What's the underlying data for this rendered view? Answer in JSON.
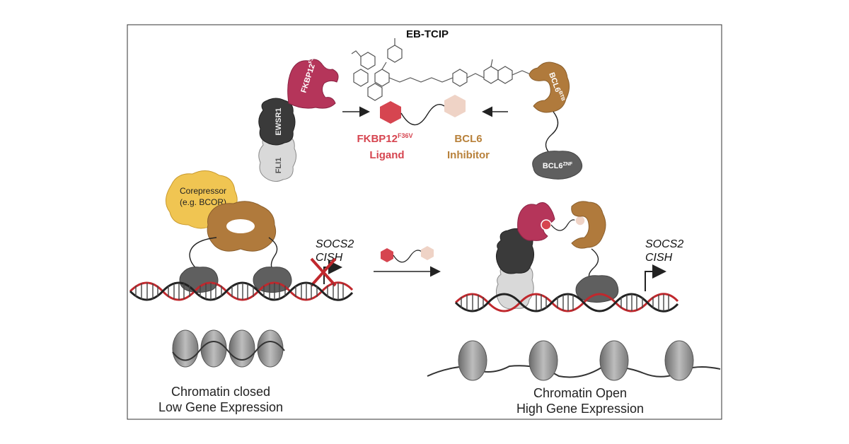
{
  "title": "EB-TCIP",
  "proteins": {
    "fkbp": "FKBP12",
    "fkbp_sup": "F36V",
    "ewsr1": "EWSR1",
    "fli1": "FLI1",
    "bcl6_btb": "BCL6",
    "bcl6_btb_sup": "BTB",
    "bcl6_znf": "BCL6",
    "bcl6_znf_sup": "ZNF",
    "corepressor_line1": "Corepressor",
    "corepressor_line2": "(e.g. BCOR)"
  },
  "ligands": {
    "fkbp_name": "FKBP12",
    "fkbp_sup": "F36V",
    "fkbp_line2": "Ligand",
    "bcl6_name": "BCL6",
    "bcl6_line2": "Inhibitor"
  },
  "genes": {
    "left_line1": "SOCS2",
    "left_line2": "CISH",
    "right_line1": "SOCS2",
    "right_line2": "CISH"
  },
  "captions": {
    "left_line1": "Chromatin closed",
    "left_line2": "Low Gene Expression",
    "right_line1": "Chromatin Open",
    "right_line2": "High Gene Expression"
  },
  "colors": {
    "fkbp": "#b5355a",
    "ligand_red": "#d64550",
    "bcl6": "#b07a3c",
    "bcl6_label": "#b8813b",
    "inhibitor_fill": "#efd3c6",
    "dna_red": "#c0282d",
    "corepressor": "#f0c552",
    "dark_gray": "#3a3a3a",
    "light_gray": "#d9d9d9",
    "mid_gray": "#6e6e6e"
  }
}
